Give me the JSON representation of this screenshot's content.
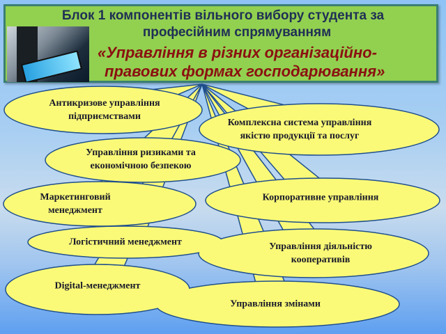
{
  "header": {
    "line1": "Блок 1 компонентів вільного вибору студента за",
    "line2": "професійним спрямуванням",
    "title_line1": "«Управління в різних організаційно-",
    "title_line2": "правових формах господарювання»"
  },
  "colors": {
    "header_bg": "#92d050",
    "bubble_fill": "#fafa78",
    "bubble_stroke": "#1f4e8c",
    "title_red": "#8b1010"
  },
  "components": [
    {
      "line1": "Антикризове  управління",
      "line2": "підприємствами"
    },
    {
      "line1": "Комплексна система управління",
      "line2": "якістю продукції та послуг"
    },
    {
      "line1": "Управління ризиками та",
      "line2": "економічною безпекою"
    },
    {
      "line1": "Маркетинговий",
      "line2": "менеджмент"
    },
    {
      "line1": "Корпоративне управління",
      "line2": ""
    },
    {
      "line1": "Логістичний менеджмент",
      "line2": ""
    },
    {
      "line1": "Управління діяльністю",
      "line2": "кооперативів"
    },
    {
      "line1": "Digital-менеджмент",
      "line2": ""
    },
    {
      "line1": "Управління змінами",
      "line2": ""
    }
  ]
}
